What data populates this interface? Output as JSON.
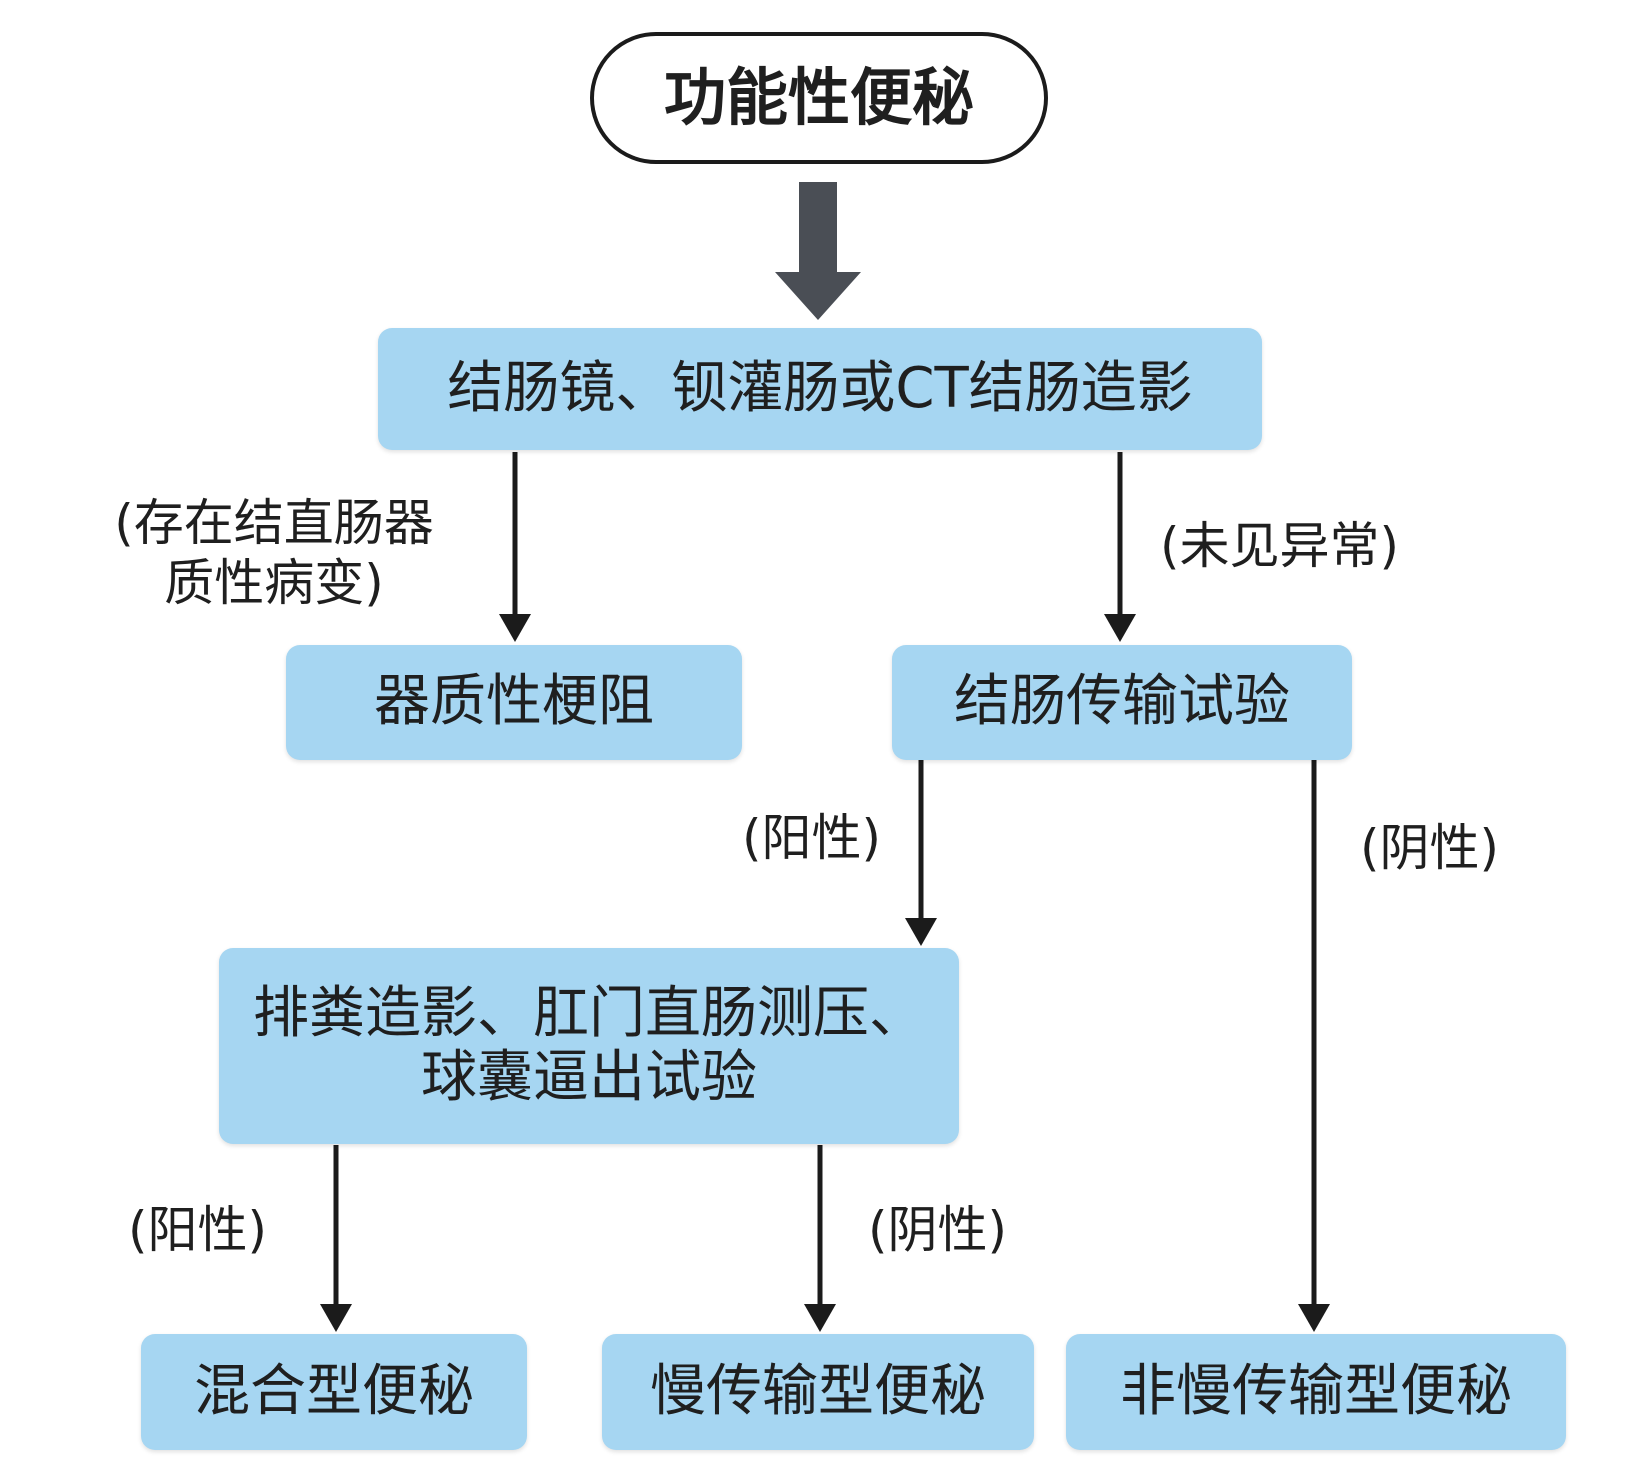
{
  "nodes": {
    "start": "功能性便秘",
    "exam": "结肠镜、钡灌肠或CT结肠造影",
    "organic": "器质性梗阻",
    "transit": "结肠传输试验",
    "defecography_line1": "排粪造影、肛门直肠测压、",
    "defecography_line2": "球囊逼出试验",
    "mixed": "混合型便秘",
    "slow": "慢传输型便秘",
    "non_slow": "非慢传输型便秘"
  },
  "labels": {
    "lesion_line1": "(存在结直肠器",
    "lesion_line2": "质性病变)",
    "no_abnormal": "(未见异常)",
    "positive_1": "(阳性)",
    "negative_1": "(阴性)",
    "positive_2": "(阳性)",
    "negative_2": "(阴性)"
  },
  "colors": {
    "box_fill": "#a6d6f2",
    "arrow_dark": "#1b1b1b",
    "thick_arrow": "#4a4e55"
  }
}
